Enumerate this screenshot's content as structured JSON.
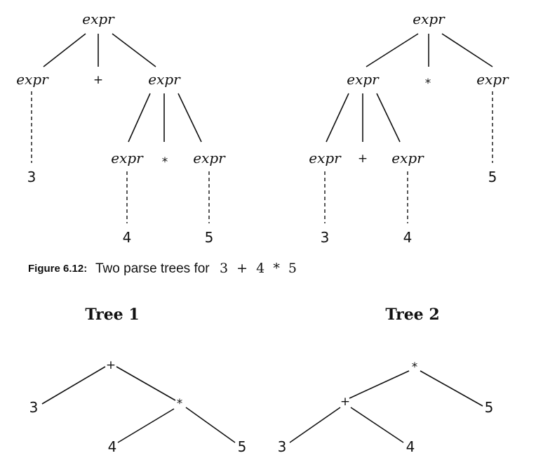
{
  "parse_trees": {
    "nonterminal": "expr",
    "left": {
      "plus": "+",
      "star": "*",
      "leaf_3": "3",
      "leaf_4": "4",
      "leaf_5": "5"
    },
    "right": {
      "plus": "+",
      "star": "*",
      "leaf_3": "3",
      "leaf_4": "4",
      "leaf_5": "5"
    }
  },
  "caption": {
    "label": "Figure 6.12:",
    "text": "Two parse trees for",
    "expression": "3  +  4  *  5"
  },
  "syntax_trees": {
    "tree1": {
      "title": "Tree 1",
      "root": "+",
      "inner": "*",
      "leaf_3": "3",
      "leaf_4": "4",
      "leaf_5": "5"
    },
    "tree2": {
      "title": "Tree 2",
      "root": "*",
      "inner": "+",
      "leaf_3": "3",
      "leaf_4": "4",
      "leaf_5": "5"
    }
  }
}
